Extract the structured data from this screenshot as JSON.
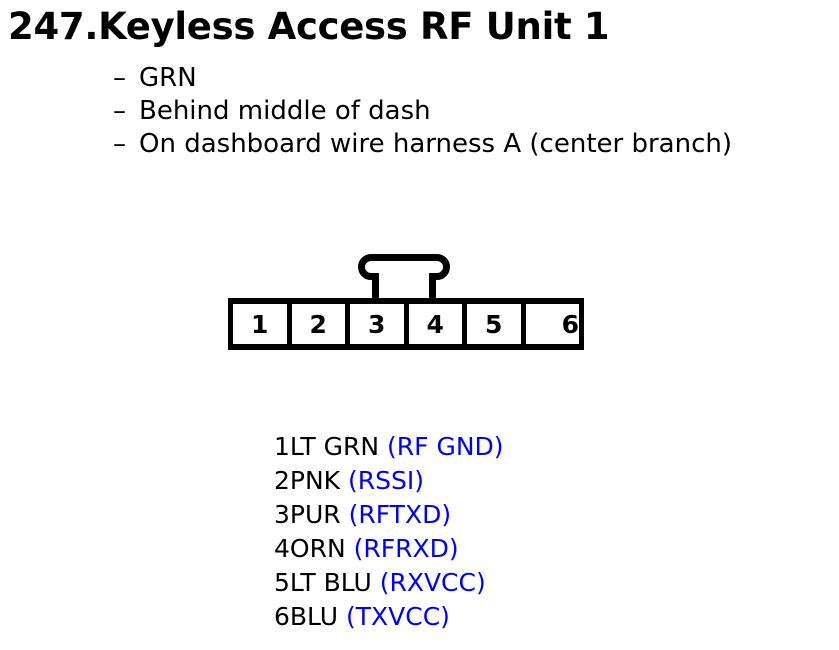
{
  "page": {
    "title": "247.Keyless Access RF Unit 1",
    "background_color": "#ffffff",
    "text_color": "#000000",
    "signal_color": "#0000ff"
  },
  "notes": {
    "bullet_glyph": "–",
    "items": [
      {
        "text": "GRN"
      },
      {
        "text": "Behind middle of dash"
      },
      {
        "text": "On dashboard wire harness A (center branch)"
      }
    ]
  },
  "connector": {
    "name": "keyless-access-rf-unit-1-connector",
    "pin_count": 6,
    "latch": "top-center-locking-tab",
    "cells": [
      {
        "number": "1"
      },
      {
        "number": "2"
      },
      {
        "number": "3"
      },
      {
        "number": "4"
      },
      {
        "number": "5"
      },
      {
        "number": "6"
      }
    ]
  },
  "pin_list": [
    {
      "line": "1LT GRN ",
      "signal": "(RF GND)"
    },
    {
      "line": "2PNK ",
      "signal": "(RSSI)"
    },
    {
      "line": "3PUR ",
      "signal": "(RFTXD)"
    },
    {
      "line": "4ORN ",
      "signal": "(RFRXD)"
    },
    {
      "line": "5LT BLU ",
      "signal": "(RXVCC)"
    },
    {
      "line": "6BLU ",
      "signal": "(TXVCC)"
    }
  ]
}
